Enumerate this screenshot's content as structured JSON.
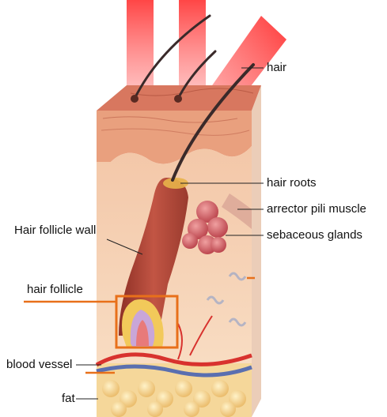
{
  "labels": {
    "hair": "hair",
    "hair_roots": "hair roots",
    "arrector_pili_muscle": "arrector pili muscle",
    "sebaceous_glands": "sebaceous glands",
    "hair_follicle_wall": "Hair follicle wall",
    "hair_follicle": "hair follicle",
    "blood_vessel": "blood vessel",
    "fat": "fat"
  },
  "colors": {
    "laser_beam": "#ff4a4a",
    "highlight_box": "#e8701a",
    "skin_surface": "#c94b3e",
    "dermis": "#f6d3b3",
    "follicle_wall": "#b9483a",
    "fat_cells": "#f2c878",
    "artery": "#d8322e",
    "vein": "#5a6fb0"
  }
}
